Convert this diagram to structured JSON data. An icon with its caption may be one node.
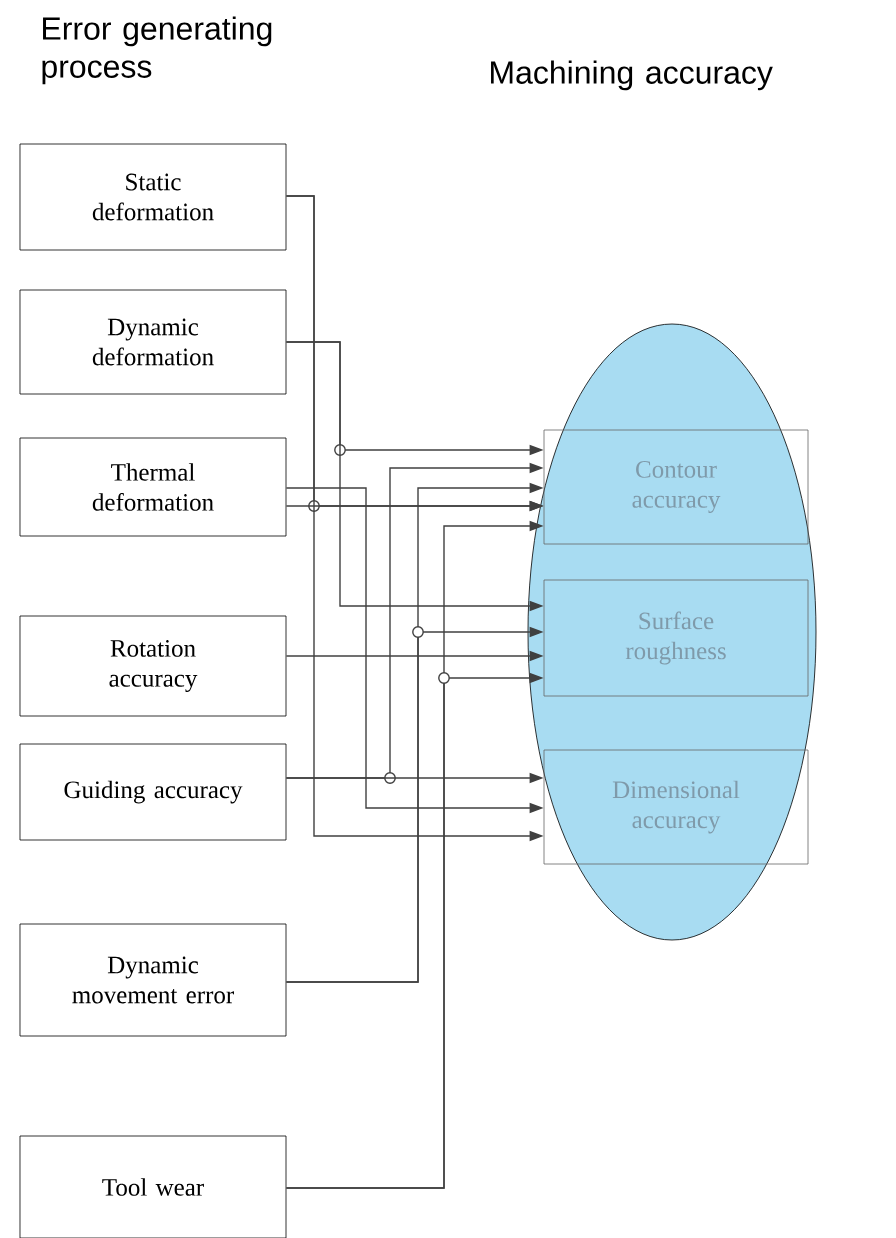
{
  "diagram": {
    "nodes": [
      {
        "text": [
          "Static deformation"
        ]
      },
      {
        "text": [
          "Dynamic deformation"
        ]
      },
      {
        "text": [
          "Thermal deformation"
        ]
      },
      {
        "text": [
          "Rotation accuracy"
        ]
      },
      {
        "text": [
          "Guiding accuracy"
        ]
      },
      {
        "text": [
          "Dynamic movement error"
        ]
      },
      {
        "text": [
          "Tool wear"
        ]
      },
      {
        "text": [],
        "shape": "ellipse"
      },
      {
        "text": [
          "Contour accuracy"
        ],
        "in": 7
      },
      {
        "text": [
          "Surface roughness"
        ],
        "in": 7
      },
      {
        "text": [
          "Dimensional accuracy"
        ],
        "in": 7
      }
    ],
    "edges": [
      {
        "from": 0,
        "to": 8,
        "arrow": "to"
      },
      {
        "from": 0,
        "to": 10,
        "arrow": "to"
      },
      {
        "from": 1,
        "to": 8,
        "arrow": "to"
      },
      {
        "from": 1,
        "to": 9,
        "arrow": "to"
      },
      {
        "from": 2,
        "to": 8,
        "arrow": "to"
      },
      {
        "from": 2,
        "to": 10,
        "arrow": "to"
      },
      {
        "from": 3,
        "to": 9,
        "arrow": "to"
      },
      {
        "from": 4,
        "to": 8,
        "arrow": "to"
      },
      {
        "from": 4,
        "to": 10,
        "arrow": "to"
      },
      {
        "from": 5,
        "to": 8,
        "arrow": "to"
      },
      {
        "from": 5,
        "to": 9,
        "arrow": "to"
      },
      {
        "from": 6,
        "to": 8,
        "arrow": "to"
      },
      {
        "from": 6,
        "to": 9,
        "arrow": "to"
      }
    ],
    "labels": [
      "Error generating process",
      "Machining accuracy"
    ]
  }
}
